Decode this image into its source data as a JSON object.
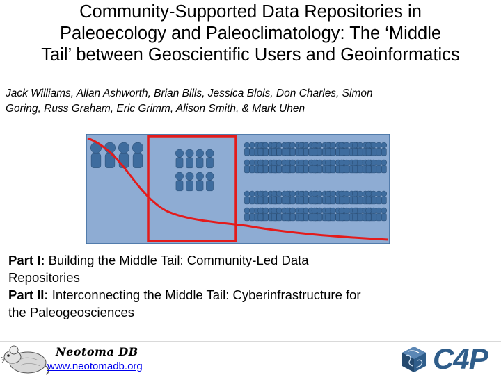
{
  "title": {
    "line1": "Community-Supported Data Repositories in",
    "line2": "Paleoecology and Paleoclimatology:  The ‘Middle",
    "line3": "Tail’ between Geoscientific Users and Geoinformatics"
  },
  "authors": {
    "line1": "Jack Williams, Allan Ashworth, Brian Bills, Jessica Blois, Don Charles, Simon",
    "line2": "Goring, Russ Graham, Eric Grimm, Alison Smith, & Mark Uhen"
  },
  "figure": {
    "panel_color": "#8eacd3",
    "person_color": "#3e6c9e",
    "curve_color": "#e41b1b",
    "highlight_color": "#e41b1b",
    "groups": {
      "head": 4,
      "middle": 8,
      "tail": 160
    }
  },
  "parts": {
    "part1_label": "Part I:",
    "part1_text": "  Building the Middle Tail: Community-Led Data",
    "part1_cont": "Repositories",
    "part2_label": "Part II:",
    "part2_text": " Interconnecting the Middle Tail:  Cyberinfrastructure for",
    "part2_cont": "the Paleogeosciences"
  },
  "footer": {
    "neotoma_name": "Neotoma DB",
    "neotoma_url": "www.neotomadb.org",
    "c4p_label": "C4P",
    "mascot_icon": "packrat-icon",
    "c4p_icon": "globe-cube-icon"
  }
}
